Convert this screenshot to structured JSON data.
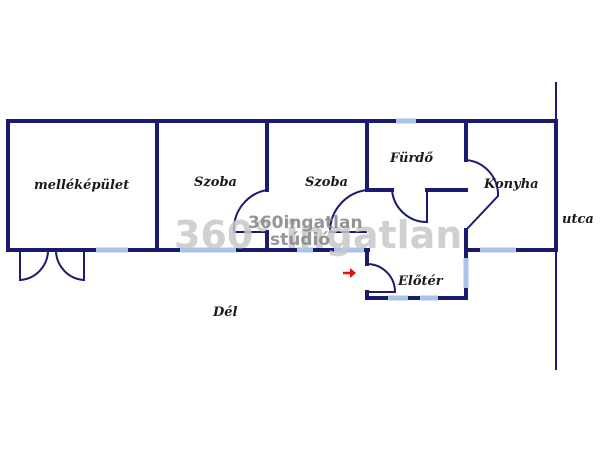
{
  "rooms": {
    "annex": "melléképület",
    "room1": "Szoba",
    "room2": "Szoba",
    "bathroom": "Fürdő",
    "kitchen": "Konyha",
    "hall": "Előtér"
  },
  "outside": {
    "south": "Dél",
    "street": "utca"
  },
  "watermark": {
    "big": "360° ingatlan",
    "small_line1": "360ingatlan",
    "small_line2": "stúdió"
  },
  "colors": {
    "wall": "#1a1a6e",
    "window": "#a9c4e8",
    "entrance_arrow": "#e01010"
  }
}
